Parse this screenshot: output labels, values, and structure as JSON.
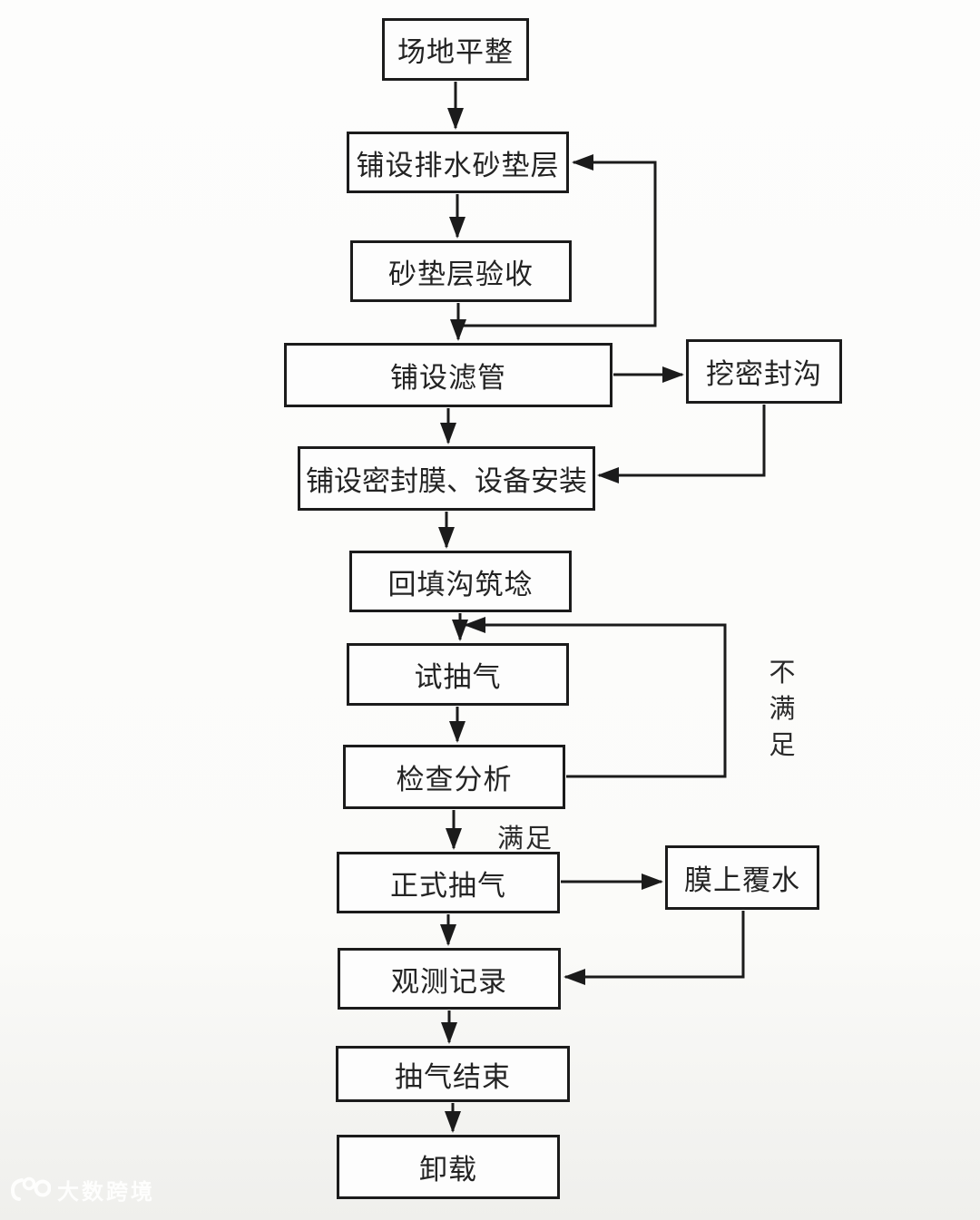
{
  "flowchart": {
    "title_hint": "vacuum-preloading construction process flowchart",
    "nodes": {
      "site_leveling": {
        "label": "场地平整"
      },
      "sand_cushion": {
        "label": "铺设排水砂垫层"
      },
      "cushion_acceptance": {
        "label": "砂垫层验收"
      },
      "filter_pipes": {
        "label": "铺设滤管"
      },
      "dig_seal_trench": {
        "label": "挖密封沟"
      },
      "membrane_install": {
        "label": "铺设密封膜、设备安装"
      },
      "backfill_embankment": {
        "label": "回填沟筑埝"
      },
      "trial_pumping": {
        "label": "试抽气"
      },
      "inspection_analysis": {
        "label": "检查分析"
      },
      "formal_pumping": {
        "label": "正式抽气"
      },
      "water_cover": {
        "label": "膜上覆水"
      },
      "observation_record": {
        "label": "观测记录"
      },
      "pumping_end": {
        "label": "抽气结束"
      },
      "unloading": {
        "label": "卸载"
      }
    },
    "edge_labels": {
      "not_satisfied": "不满足",
      "satisfied": "满足"
    },
    "colors": {
      "line": "#1b1b1b",
      "box_fill": "#fdfdfd",
      "background": "#fbfbf9"
    },
    "watermark": {
      "text": "大数跨境"
    }
  }
}
